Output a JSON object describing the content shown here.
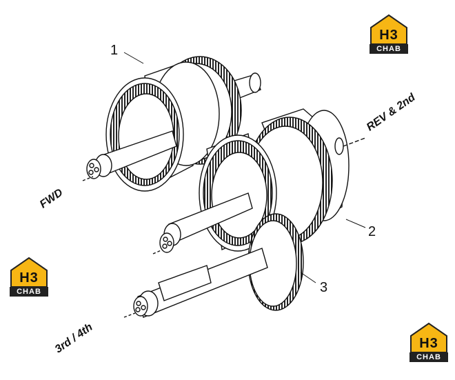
{
  "callouts": [
    "1",
    "2",
    "3"
  ],
  "shafts": {
    "fwd": "FWD",
    "rev_2nd": "REV & 2nd",
    "third_fourth": "3rd / 4th"
  },
  "logo": {
    "mark": "H3",
    "brand": "CHAB",
    "colors": {
      "accent": "#f7b614",
      "dark": "#222222"
    }
  }
}
